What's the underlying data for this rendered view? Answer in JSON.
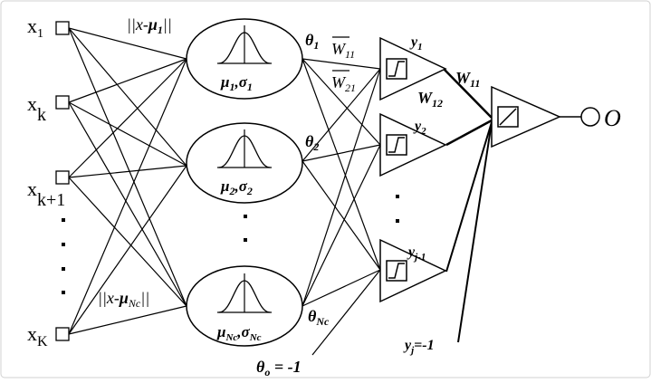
{
  "inputs": {
    "x1": {
      "base": "x",
      "sub": "1"
    },
    "xk": {
      "base": "x",
      "sub": "k"
    },
    "xk1": {
      "base": "x",
      "sub": "k+1"
    },
    "xK": {
      "base": "x",
      "sub": "K"
    }
  },
  "rbf": {
    "dist_top": {
      "pre": "||x-",
      "mu": "μ",
      "sub": "1",
      "post": "||"
    },
    "dist_bottom": {
      "pre": "||x-",
      "mu": "μ",
      "sub": "Nc",
      "post": "||"
    },
    "params": [
      {
        "mu": "μ",
        "sub1": "1",
        "sigma": "σ",
        "sub2": "1"
      },
      {
        "mu": "μ",
        "sub1": "2",
        "sigma": "σ",
        "sub2": "2"
      },
      {
        "mu": "μ",
        "sub1": "Nc",
        "sigma": "σ",
        "sub2": "Nc"
      }
    ]
  },
  "weights": {
    "theta1": {
      "base": "θ",
      "sub": "1"
    },
    "theta2": {
      "base": "θ",
      "sub": "2"
    },
    "thetaNc": {
      "base": "θ",
      "sub": "Nc"
    },
    "w11_bar": {
      "base": "W",
      "sub": "11"
    },
    "w21_bar": {
      "base": "W",
      "sub": "21"
    },
    "theta0": {
      "base": "θ",
      "sub": "o",
      "post": " = -1"
    },
    "W11": {
      "base": "W",
      "sub": "11"
    },
    "W12": {
      "base": "W",
      "sub": "12"
    }
  },
  "hidden_outputs": {
    "y1": {
      "base": "y",
      "sub": "1"
    },
    "y2": {
      "base": "y",
      "sub": "2"
    },
    "yj1": {
      "base": "y",
      "sub": "j-1"
    },
    "yj": {
      "base": "y",
      "sub": "j",
      "post": "=-1"
    }
  },
  "output": {
    "label": "O"
  }
}
